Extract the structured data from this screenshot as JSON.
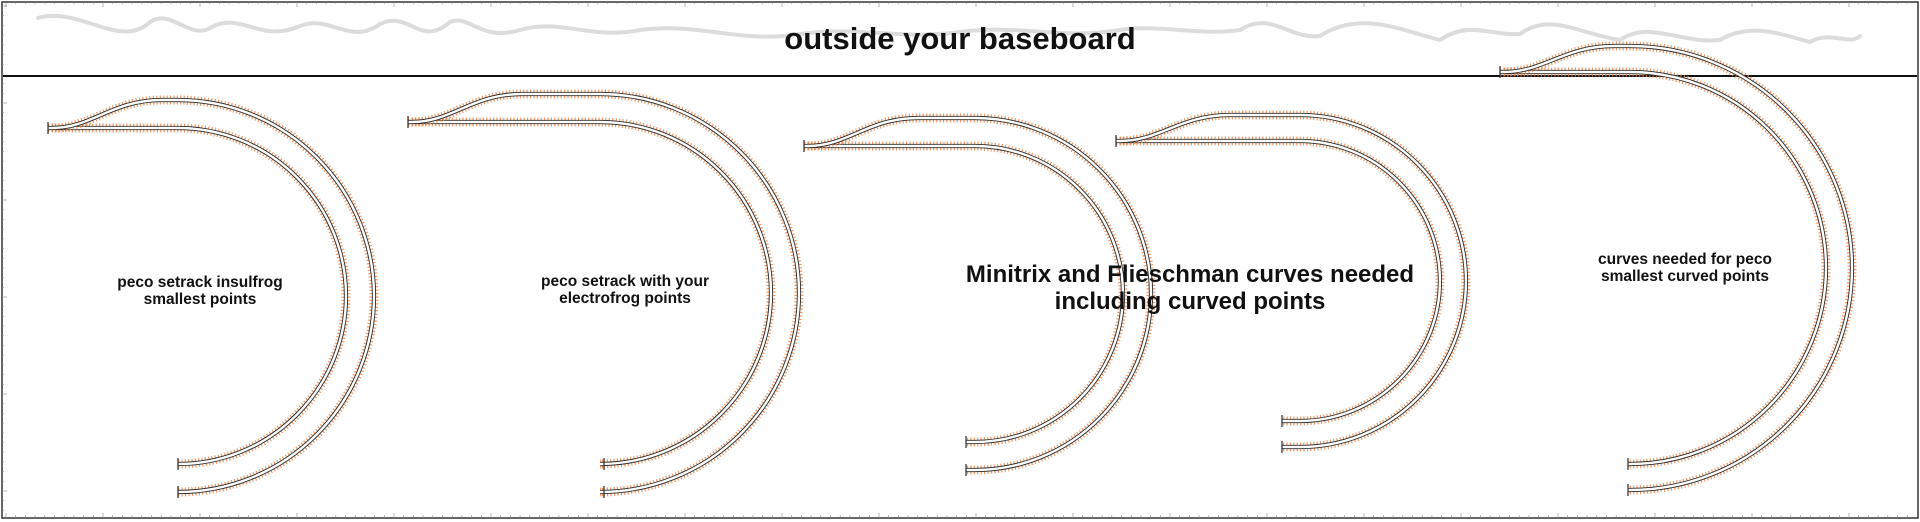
{
  "header": {
    "title": "outside your baseboard"
  },
  "layouts": [
    {
      "label": "peco setrack insulfrog\nsmallest points"
    },
    {
      "label": "peco setrack with your\nelectrofrog points"
    },
    {
      "label": "Minitrix and Flieschman curves needed\nincluding curved points"
    },
    {
      "label": "curves needed for peco\nsmallest curved points"
    }
  ],
  "colors": {
    "rail": "#2a2a2a",
    "sleeper": "#f08a4b",
    "border": "#222222",
    "scribble": "#dcdcdc",
    "ruler_tick": "#888888"
  }
}
